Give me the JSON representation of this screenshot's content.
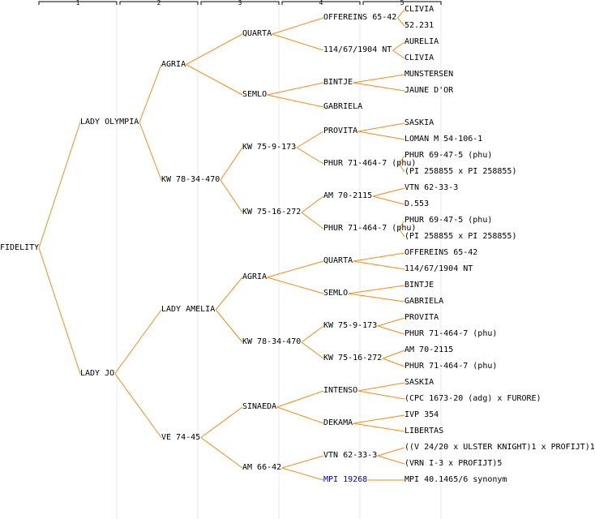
{
  "generations": [
    "1",
    "2",
    "3",
    "4",
    "5"
  ],
  "colors": {
    "branch": "#f28c1a",
    "grid": "#e8e8e8",
    "highlight": "#0000cc"
  },
  "root": "FIDELITY",
  "tree": [
    {
      "id": "r",
      "label": "FIDELITY",
      "parent": null
    },
    {
      "id": "a",
      "label": "LADY OLYMPIA",
      "parent": "r"
    },
    {
      "id": "b",
      "label": "LADY JO",
      "parent": "r"
    },
    {
      "id": "aa",
      "label": "AGRIA",
      "parent": "a"
    },
    {
      "id": "ab",
      "label": "KW 78-34-470",
      "parent": "a"
    },
    {
      "id": "ba",
      "label": "LADY AMELIA",
      "parent": "b"
    },
    {
      "id": "bb",
      "label": "VE 74-45",
      "parent": "b"
    },
    {
      "id": "aaa",
      "label": "QUARTA",
      "parent": "aa"
    },
    {
      "id": "aab",
      "label": "SEMLO",
      "parent": "aa"
    },
    {
      "id": "aba",
      "label": "KW 75-9-173",
      "parent": "ab"
    },
    {
      "id": "abb",
      "label": "KW 75-16-272",
      "parent": "ab"
    },
    {
      "id": "baa",
      "label": "AGRIA",
      "parent": "ba"
    },
    {
      "id": "bab",
      "label": "KW 78-34-470",
      "parent": "ba"
    },
    {
      "id": "bba",
      "label": "SINAEDA",
      "parent": "bb"
    },
    {
      "id": "bbb",
      "label": "AM 66-42",
      "parent": "bb"
    },
    {
      "id": "aaaa",
      "label": "OFFEREINS 65-42",
      "parent": "aaa"
    },
    {
      "id": "aaab",
      "label": "114/67/1904 NT",
      "parent": "aaa"
    },
    {
      "id": "aaba",
      "label": "BINTJE",
      "parent": "aab"
    },
    {
      "id": "aabb",
      "label": "GABRIELA",
      "parent": "aab"
    },
    {
      "id": "abaa",
      "label": "PROVITA",
      "parent": "aba"
    },
    {
      "id": "abab",
      "label": "PHUR 71-464-7 (phu)",
      "parent": "aba"
    },
    {
      "id": "abba",
      "label": "AM 70-2115",
      "parent": "abb"
    },
    {
      "id": "abbb",
      "label": "PHUR 71-464-7 (phu)",
      "parent": "abb"
    },
    {
      "id": "baaa",
      "label": "QUARTA",
      "parent": "baa"
    },
    {
      "id": "baab",
      "label": "SEMLO",
      "parent": "baa"
    },
    {
      "id": "baba",
      "label": "KW 75-9-173",
      "parent": "bab"
    },
    {
      "id": "babb",
      "label": "KW 75-16-272",
      "parent": "bab"
    },
    {
      "id": "bbaa",
      "label": "INTENSO",
      "parent": "bba"
    },
    {
      "id": "bbab",
      "label": "DEKAMA",
      "parent": "bba"
    },
    {
      "id": "bbba",
      "label": "VTN 62-33-3",
      "parent": "bbb"
    },
    {
      "id": "bbbb",
      "label": "MPI 19268",
      "parent": "bbb",
      "highlight": true
    },
    {
      "id": "aaaaa",
      "label": "CLIVIA",
      "parent": "aaaa"
    },
    {
      "id": "aaaab",
      "label": "52.231",
      "parent": "aaaa"
    },
    {
      "id": "aaaba",
      "label": "AURELIA",
      "parent": "aaab"
    },
    {
      "id": "aaabb",
      "label": "CLIVIA",
      "parent": "aaab"
    },
    {
      "id": "aabaa",
      "label": "MUNSTERSEN",
      "parent": "aaba"
    },
    {
      "id": "aabab",
      "label": "JAUNE D'OR",
      "parent": "aaba"
    },
    {
      "id": "abaaa",
      "label": "SASKIA",
      "parent": "abaa"
    },
    {
      "id": "abaab",
      "label": "LOMAN M 54-106-1",
      "parent": "abaa"
    },
    {
      "id": "abab a",
      "label": "PHUR 69-47-5 (phu)",
      "parent": "abab"
    },
    {
      "id": "ababb",
      "label": "(PI 258855 x PI 258855)",
      "parent": "abab"
    },
    {
      "id": "abbaa",
      "label": "VTN 62-33-3",
      "parent": "abba"
    },
    {
      "id": "abbab",
      "label": "D.553",
      "parent": "abba"
    },
    {
      "id": "abbba",
      "label": "PHUR 69-47-5 (phu)",
      "parent": "abbb"
    },
    {
      "id": "abbbb",
      "label": "(PI 258855 x PI 258855)",
      "parent": "abbb"
    },
    {
      "id": "baaaa",
      "label": "OFFEREINS 65-42",
      "parent": "baaa"
    },
    {
      "id": "baaab",
      "label": "114/67/1904 NT",
      "parent": "baaa"
    },
    {
      "id": "baaba",
      "label": "BINTJE",
      "parent": "baab"
    },
    {
      "id": "baabb",
      "label": "GABRIELA",
      "parent": "baab"
    },
    {
      "id": "babaa",
      "label": "PROVITA",
      "parent": "baba"
    },
    {
      "id": "babab",
      "label": "PHUR 71-464-7 (phu)",
      "parent": "baba"
    },
    {
      "id": "babba",
      "label": "AM 70-2115",
      "parent": "babb"
    },
    {
      "id": "babbb",
      "label": "PHUR 71-464-7 (phu)",
      "parent": "babb"
    },
    {
      "id": "bbaaa",
      "label": "SASKIA",
      "parent": "bbaa"
    },
    {
      "id": "bbaab",
      "label": "(CPC 1673-20 (adg) x FURORE)",
      "parent": "bbaa"
    },
    {
      "id": "bbaba",
      "label": "IVP 354",
      "parent": "bbab"
    },
    {
      "id": "bbabb",
      "label": "LIBERTAS",
      "parent": "bbab"
    },
    {
      "id": "bbbaa",
      "label": "((V 24/20 x ULSTER KNIGHT)1 x PROFIJT)1",
      "parent": "bbba"
    },
    {
      "id": "bbbab",
      "label": "(VRN I-3 x PROFIJT)5",
      "parent": "bbba"
    },
    {
      "id": "bbbba",
      "label": "MPI 40.1465/6 synonym",
      "parent": "bbbb"
    }
  ]
}
